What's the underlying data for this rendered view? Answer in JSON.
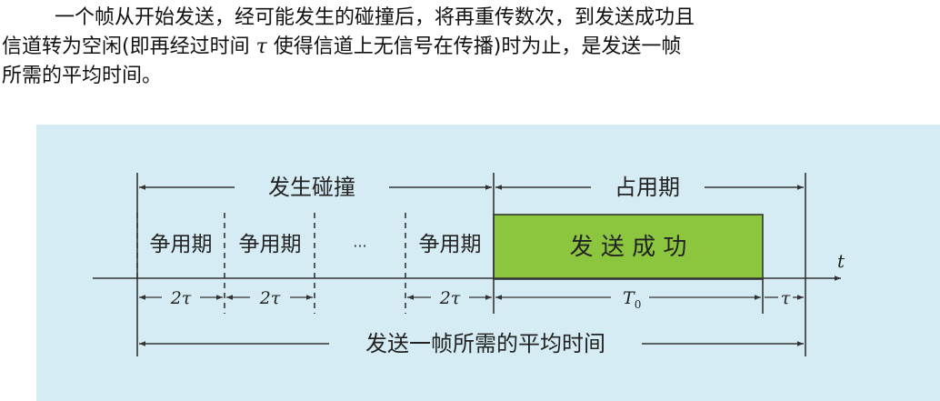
{
  "text": {
    "line1": "一个帧从开始发送，经可能发生的碰撞后，将再重传数次，到发送成功且",
    "line2_a": "信道转为空闲(即再经过时间 ",
    "line2_tau": "τ",
    "line2_b": " 使得信道上无信号在传播)时为止，是发送一帧",
    "line3": "所需的平均时间。"
  },
  "diagram": {
    "collision_label": "发生碰撞",
    "occupy_label": "占用期",
    "contention_labels": [
      "争用期",
      "争用期",
      "争用期"
    ],
    "ellipsis": "···",
    "success_label": "发 送 成 功",
    "axis_label": "t",
    "two_tau_labels": [
      "2τ",
      "2τ",
      "2τ"
    ],
    "t0_label": "T",
    "t0_sub": "0",
    "tau_label": "τ",
    "avg_time_label": "发送一帧所需的平均时间",
    "colors": {
      "success_fill": "#8cc63f",
      "panel_bg": "#d5ecf4",
      "line": "#333333"
    }
  }
}
